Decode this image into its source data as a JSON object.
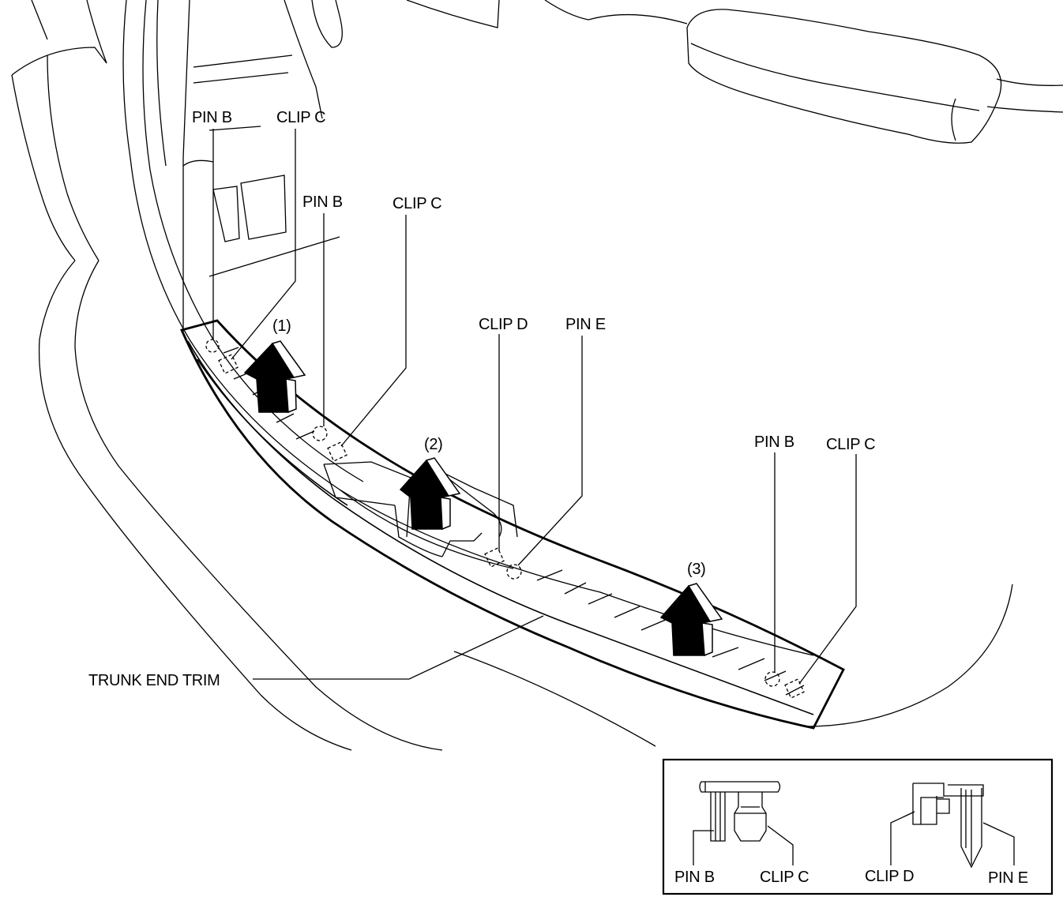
{
  "labels": {
    "pin_b_1": "PIN B",
    "clip_c_1": "CLIP C",
    "pin_b_2": "PIN B",
    "clip_c_2": "CLIP C",
    "step_1": "(1)",
    "step_2": "(2)",
    "step_3": "(3)",
    "clip_d": "CLIP D",
    "pin_e": "PIN E",
    "pin_b_3": "PIN B",
    "clip_c_3": "CLIP C",
    "trunk_end_trim": "TRUNK END TRIM"
  },
  "inset": {
    "pin_b": "PIN B",
    "clip_c": "CLIP C",
    "clip_d": "CLIP D",
    "pin_e": "PIN E"
  }
}
